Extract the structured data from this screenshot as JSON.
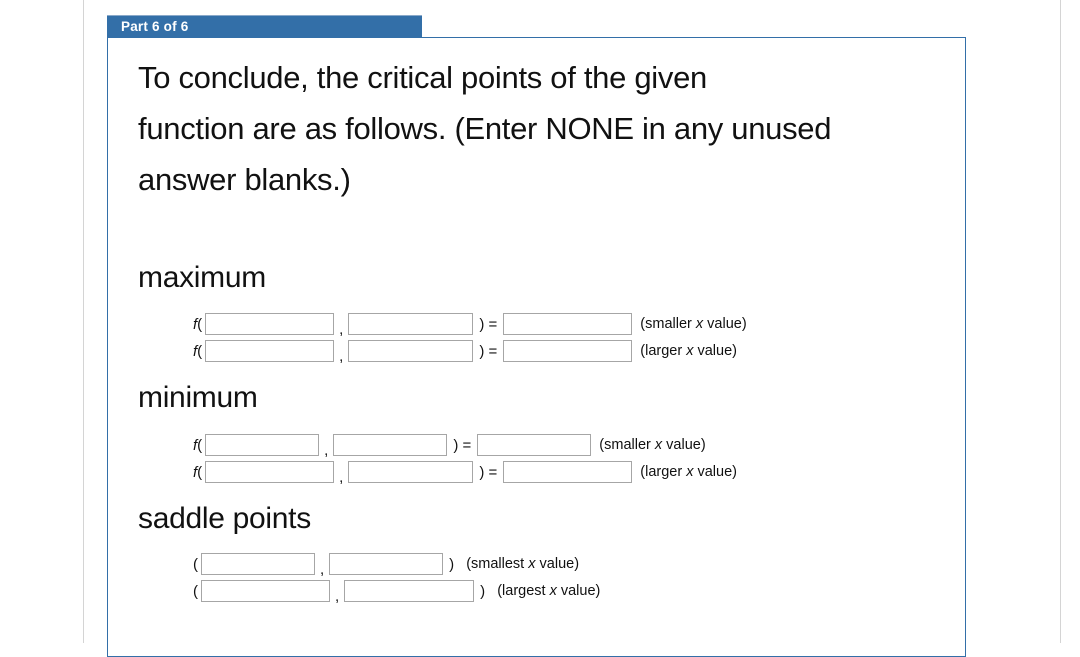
{
  "window": {
    "part_label": "Part 6 of 6"
  },
  "colors": {
    "tab_background": "#336fa8",
    "panel_border": "#336fa8",
    "input_border": "#a6a6a6",
    "page_edge_line": "#d4d4d4",
    "tab_text": "#ffffff"
  },
  "question": {
    "lines": [
      "To conclude, the critical points of the given",
      "function are as follows. (Enter NONE in any unused",
      "answer blanks.)"
    ]
  },
  "sections": {
    "maximum": {
      "heading": "maximum",
      "rows": [
        {
          "f": "f",
          "open": "(",
          "comma": ",",
          "close_eq": ") =",
          "x_value": "",
          "y_value": "",
          "f_value": "",
          "note_pre": "(smaller ",
          "note_x": "x",
          "note_post": " value)"
        },
        {
          "f": "f",
          "open": "(",
          "comma": ",",
          "close_eq": ") =",
          "x_value": "",
          "y_value": "",
          "f_value": "",
          "note_pre": "(larger ",
          "note_x": "x",
          "note_post": " value)"
        }
      ]
    },
    "minimum": {
      "heading": "minimum",
      "rows": [
        {
          "f": "f",
          "open": "(",
          "comma": ",",
          "close_eq": ") =",
          "x_value": "",
          "y_value": "",
          "f_value": "",
          "note_pre": "(smaller ",
          "note_x": "x",
          "note_post": " value)"
        },
        {
          "f": "f",
          "open": "(",
          "comma": ",",
          "close_eq": ") =",
          "x_value": "",
          "y_value": "",
          "f_value": "",
          "note_pre": "(larger ",
          "note_x": "x",
          "note_post": " value)"
        }
      ]
    },
    "saddle_points": {
      "heading": "saddle points",
      "rows": [
        {
          "open": "(",
          "comma": ",",
          "close": ")",
          "x_value": "",
          "y_value": "",
          "note_pre": " (smallest ",
          "note_x": "x",
          "note_post": " value)"
        },
        {
          "open": "(",
          "comma": ",",
          "close": ")",
          "x_value": "",
          "y_value": "",
          "note_pre": " (largest ",
          "note_x": "x",
          "note_post": " value)"
        }
      ]
    }
  }
}
